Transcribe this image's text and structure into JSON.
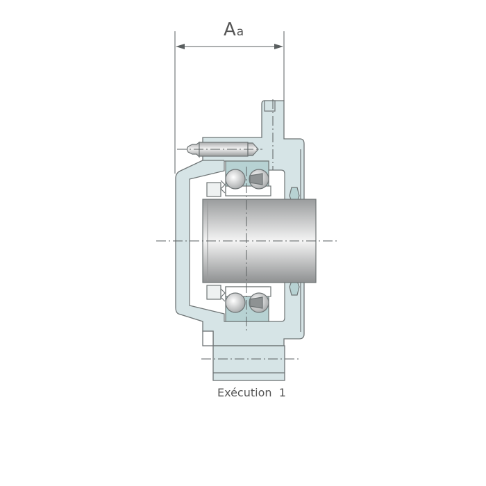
{
  "dimension": {
    "label": "A",
    "subscript": "a"
  },
  "caption": "Exécution  1",
  "colors": {
    "housing": "#d6e4e6",
    "bearing_ring": "#b7d2d3",
    "outline": "#6e7475",
    "line": "#5a5f60"
  }
}
